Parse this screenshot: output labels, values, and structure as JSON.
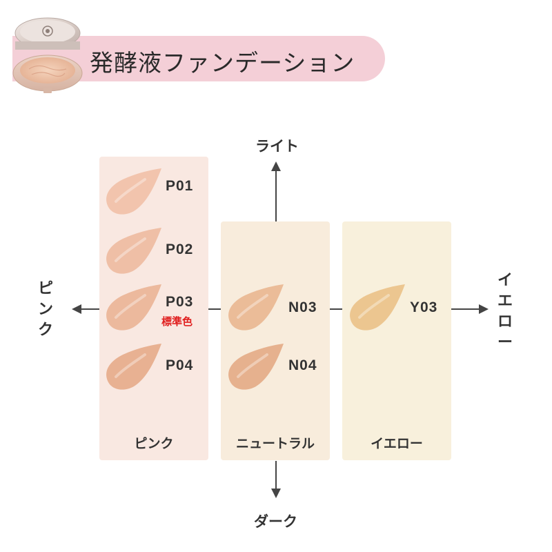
{
  "header": {
    "title": "発酵液ファンデーション",
    "accent_color": "#f4cfd7"
  },
  "axes": {
    "top_label": "ライト",
    "bottom_label": "ダーク",
    "left_label": "ピンク",
    "right_label": "イエロー"
  },
  "columns": [
    {
      "label": "ピンク",
      "color": "#f9e8e1"
    },
    {
      "label": "ニュートラル",
      "color": "#f8ecdc"
    },
    {
      "label": "イエロー",
      "color": "#f8f0dc"
    }
  ],
  "shades": [
    {
      "code": "P01",
      "color": "#f2c4ad"
    },
    {
      "code": "P02",
      "color": "#efbfa6"
    },
    {
      "code": "P03",
      "color": "#ecb99d",
      "note": "標準色"
    },
    {
      "code": "P04",
      "color": "#e8b192"
    },
    {
      "code": "N03",
      "color": "#ebbc98"
    },
    {
      "code": "N04",
      "color": "#e6b18e"
    },
    {
      "code": "Y03",
      "color": "#ecc690"
    }
  ]
}
